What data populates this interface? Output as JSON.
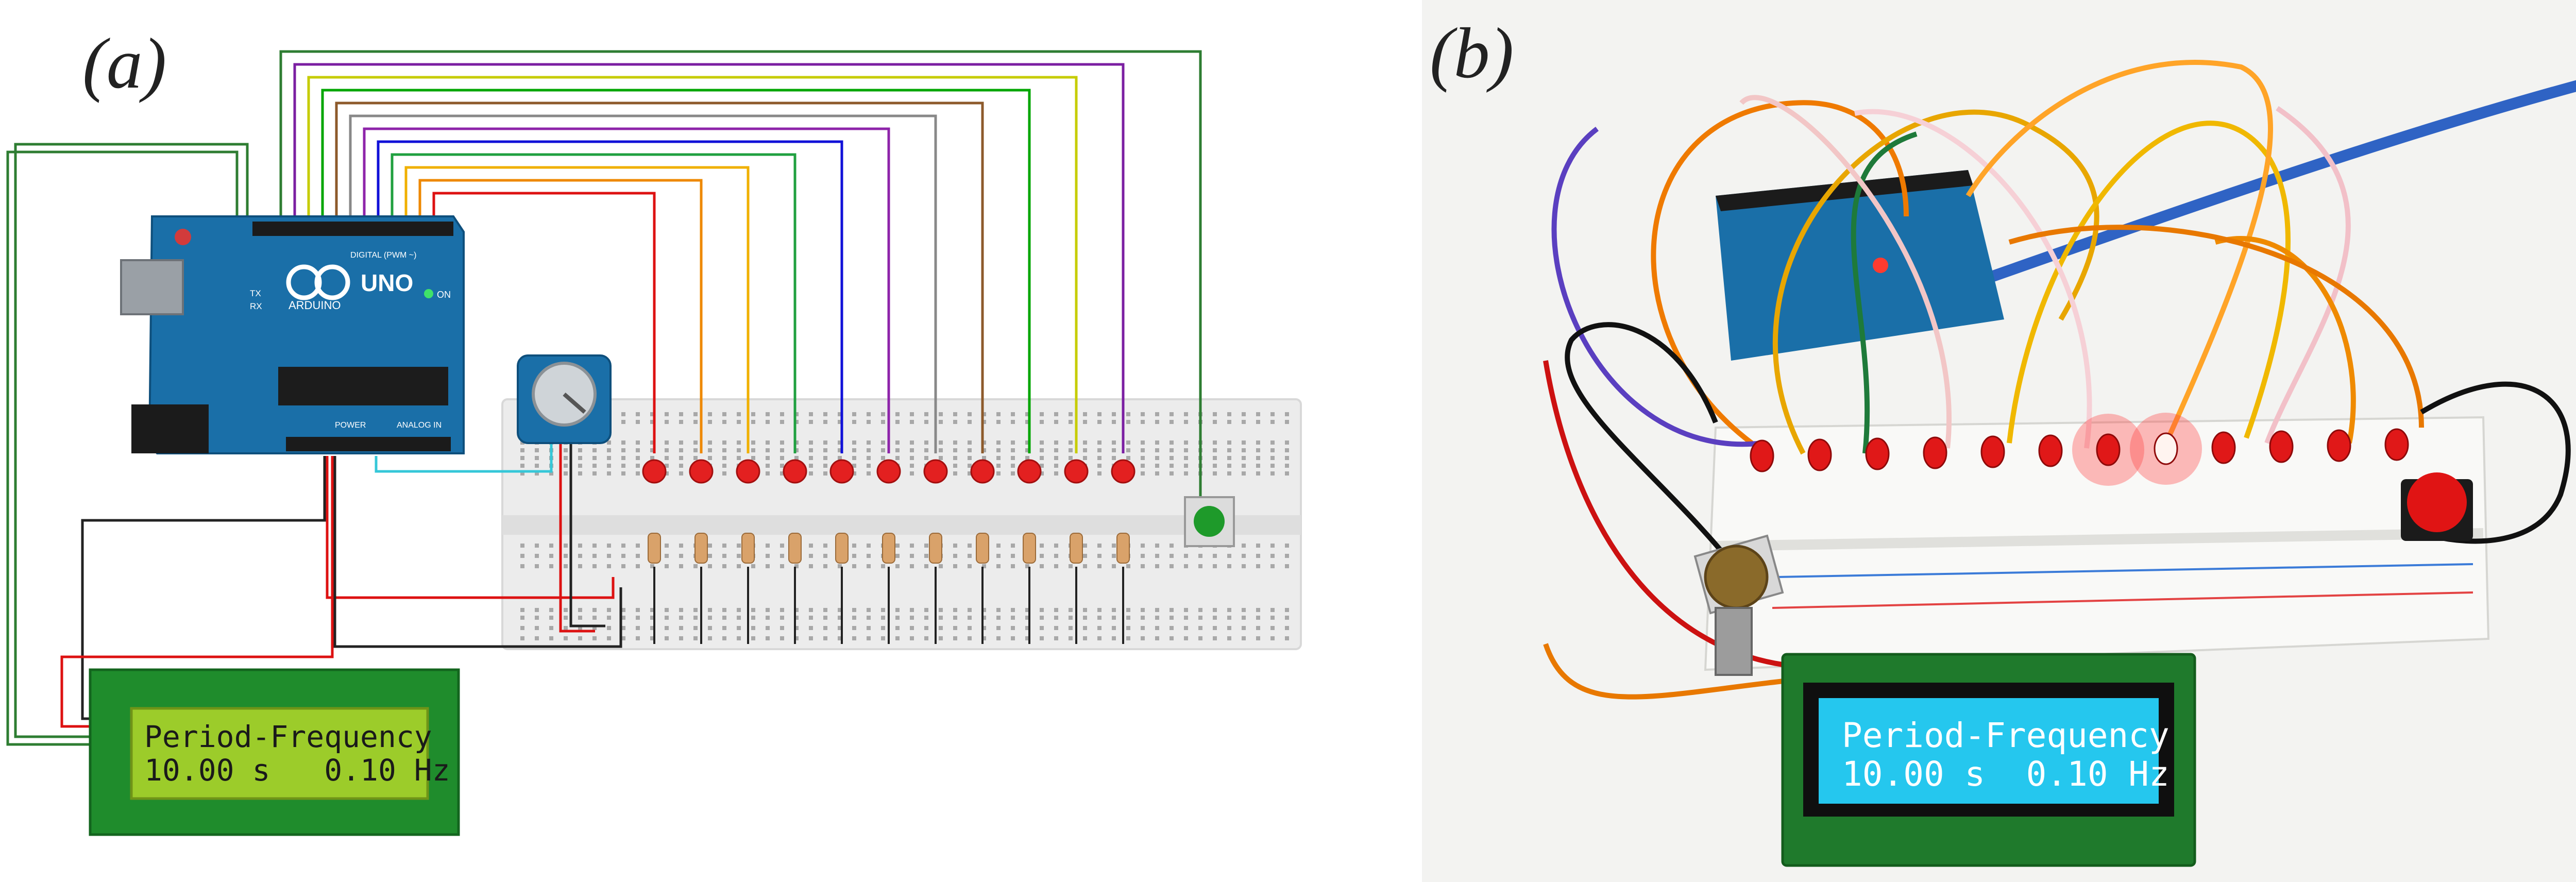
{
  "panel_a": {
    "label": "(a)",
    "arduino": {
      "logo": "UNO",
      "brand": "ARDUINO",
      "on_label": "ON",
      "tx_label": "TX",
      "rx_label": "RX",
      "digital_label": "DIGITAL (PWM ~)",
      "power_label": "POWER",
      "analog_label": "ANALOG IN"
    },
    "lcd": {
      "line1": "Period-Frequency",
      "line2": "10.00 s   0.10 Hz"
    },
    "led_count": 11,
    "wire_colors": [
      "#2e7d32",
      "#7b1fa2",
      "#c6cc00",
      "#00a600",
      "#8d5a2b",
      "#888888",
      "#8e24aa",
      "#1010d8",
      "#20a040",
      "#f0b000",
      "#ee8800",
      "#dd1111"
    ]
  },
  "panel_b": {
    "label": "(b)",
    "lcd": {
      "line1": "Period-Frequency",
      "line2": "10.00 s  0.10 Hz"
    }
  },
  "colors": {
    "arduino": "#1a6fa8",
    "lcd_green": "#9ccc2a",
    "lcd_blue": "#25c7ee",
    "led_red": "#e01818"
  }
}
